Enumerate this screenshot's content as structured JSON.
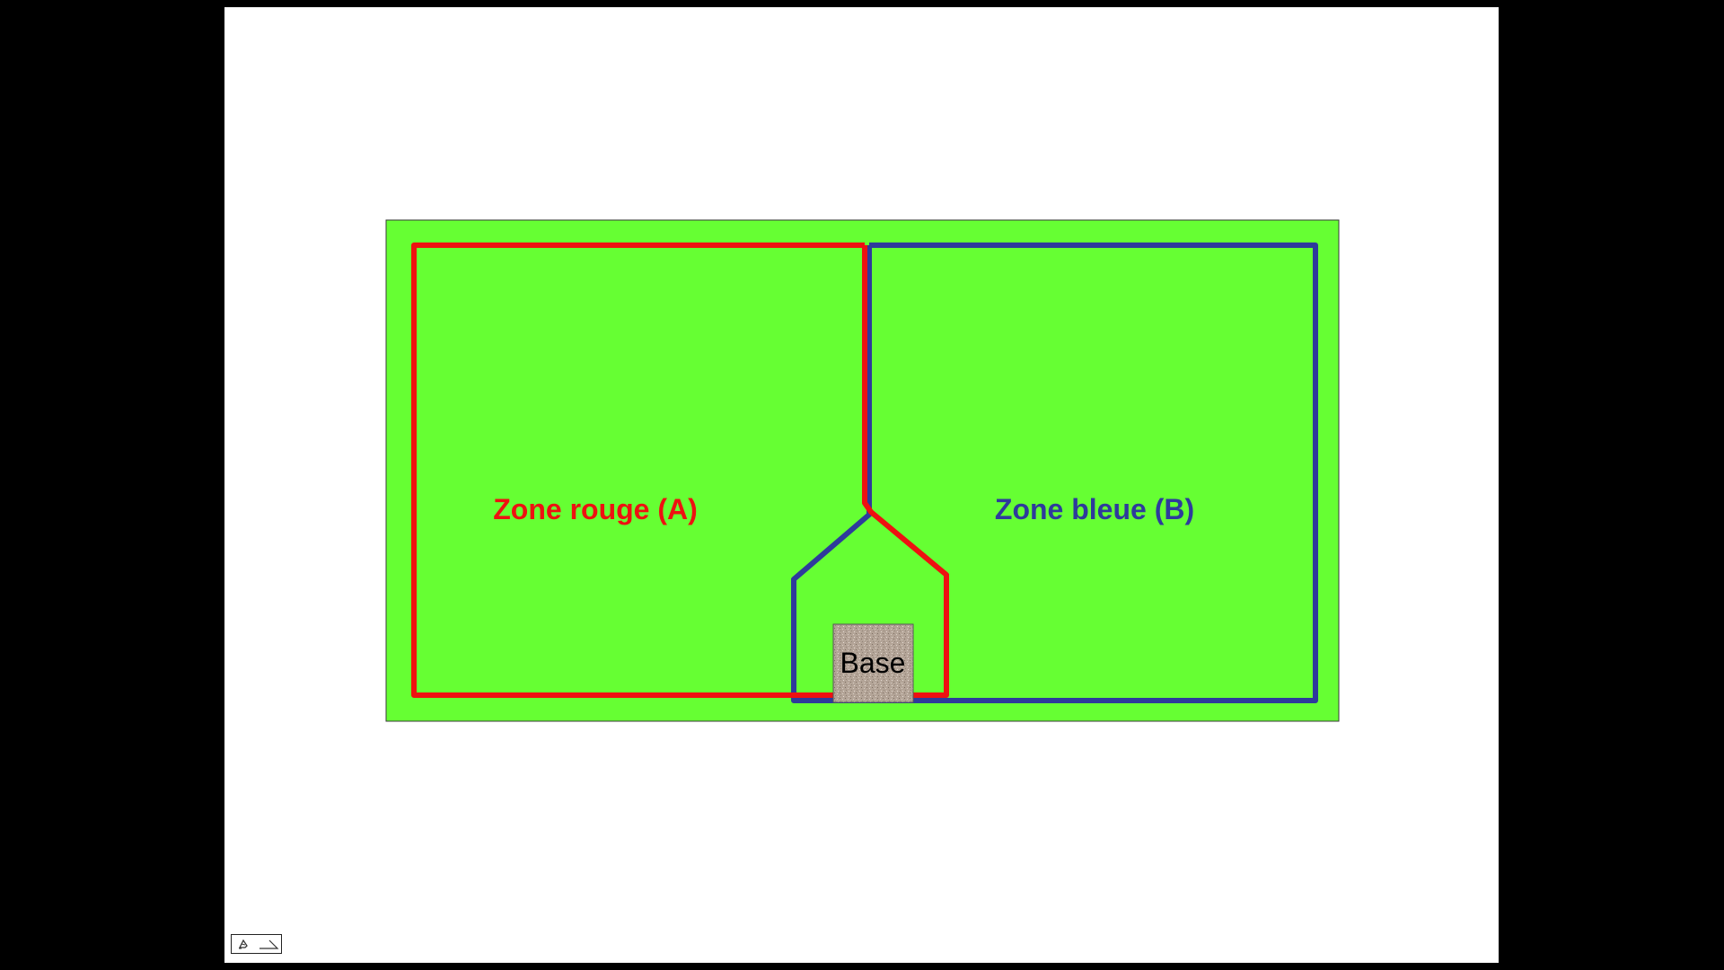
{
  "diagram": {
    "zone_a_label": "Zone rouge (A)",
    "zone_b_label": "Zone bleue (B)",
    "base_label": "Base"
  },
  "colors": {
    "background": "#000000",
    "slide": "#ffffff",
    "field": "#66ff33",
    "zone_a": "#ee1111",
    "zone_b": "#2e3a9c",
    "base": "#b3a497"
  },
  "icons": {
    "pen": "pen-icon",
    "nav": "slide-nav-icon"
  }
}
